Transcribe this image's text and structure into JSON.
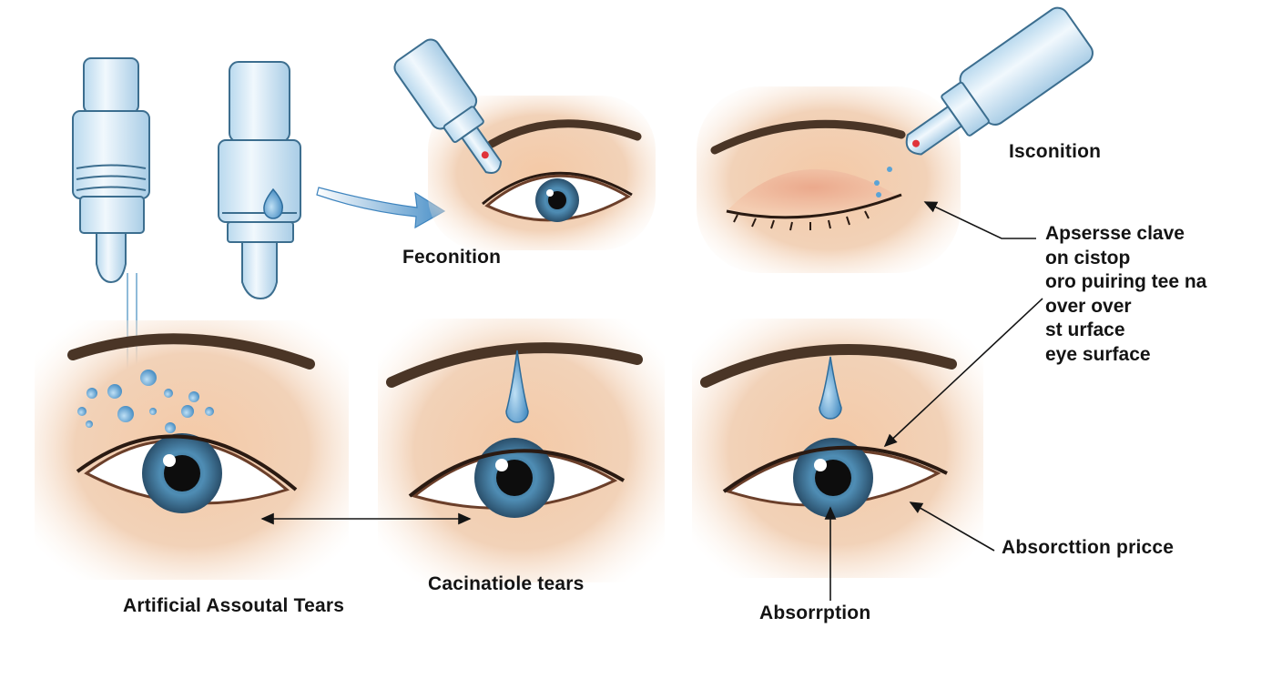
{
  "labels": {
    "feconition": "Feconition",
    "isconition": "Isconition",
    "absorption_process": "Absorcttion pricce",
    "absorption": "Absorrption",
    "cacinatiole_tears": "Cacinatiole tears",
    "artificial_tears": "Artificial Assoutal Tears"
  },
  "note_lines": [
    "Apsersse clave",
    "on cistop",
    "oro puiring tee  na",
    "over over",
    "st urface",
    "eye surface"
  ],
  "colors": {
    "bottle": "#d9ecf7",
    "drop": "#5aa3d6",
    "iris": "#3f7fa8",
    "skin": "#f2c7a6",
    "arrow": "#4a90c8",
    "ink": "#141414"
  }
}
